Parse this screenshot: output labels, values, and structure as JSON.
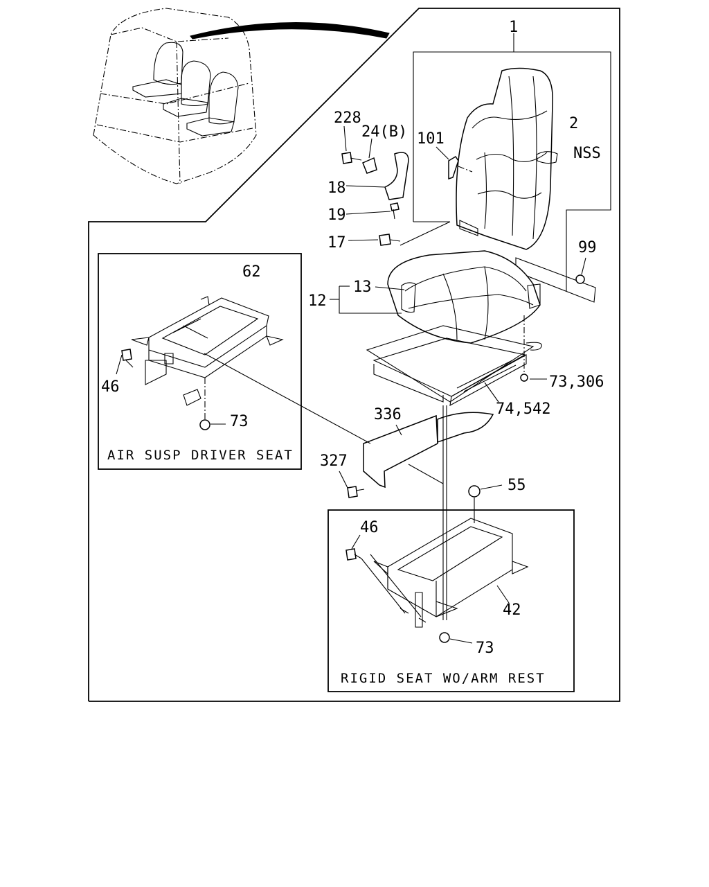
{
  "callouts": {
    "p1": "1",
    "p2": "2",
    "nss": "NSS",
    "p101": "101",
    "p228": "228",
    "p24b": "24(B)",
    "p18": "18",
    "p19": "19",
    "p17": "17",
    "p99": "99",
    "p13": "13",
    "p12": "12",
    "p62": "62",
    "p46a": "46",
    "p73a": "73",
    "p73_306": "73,306",
    "p74_542": "74,542",
    "p336": "336",
    "p327": "327",
    "p55": "55",
    "p46b": "46",
    "p42": "42",
    "p73b": "73"
  },
  "insets": {
    "air_susp": "AIR SUSP DRIVER SEAT",
    "rigid": "RIGID SEAT WO/ARM REST"
  }
}
